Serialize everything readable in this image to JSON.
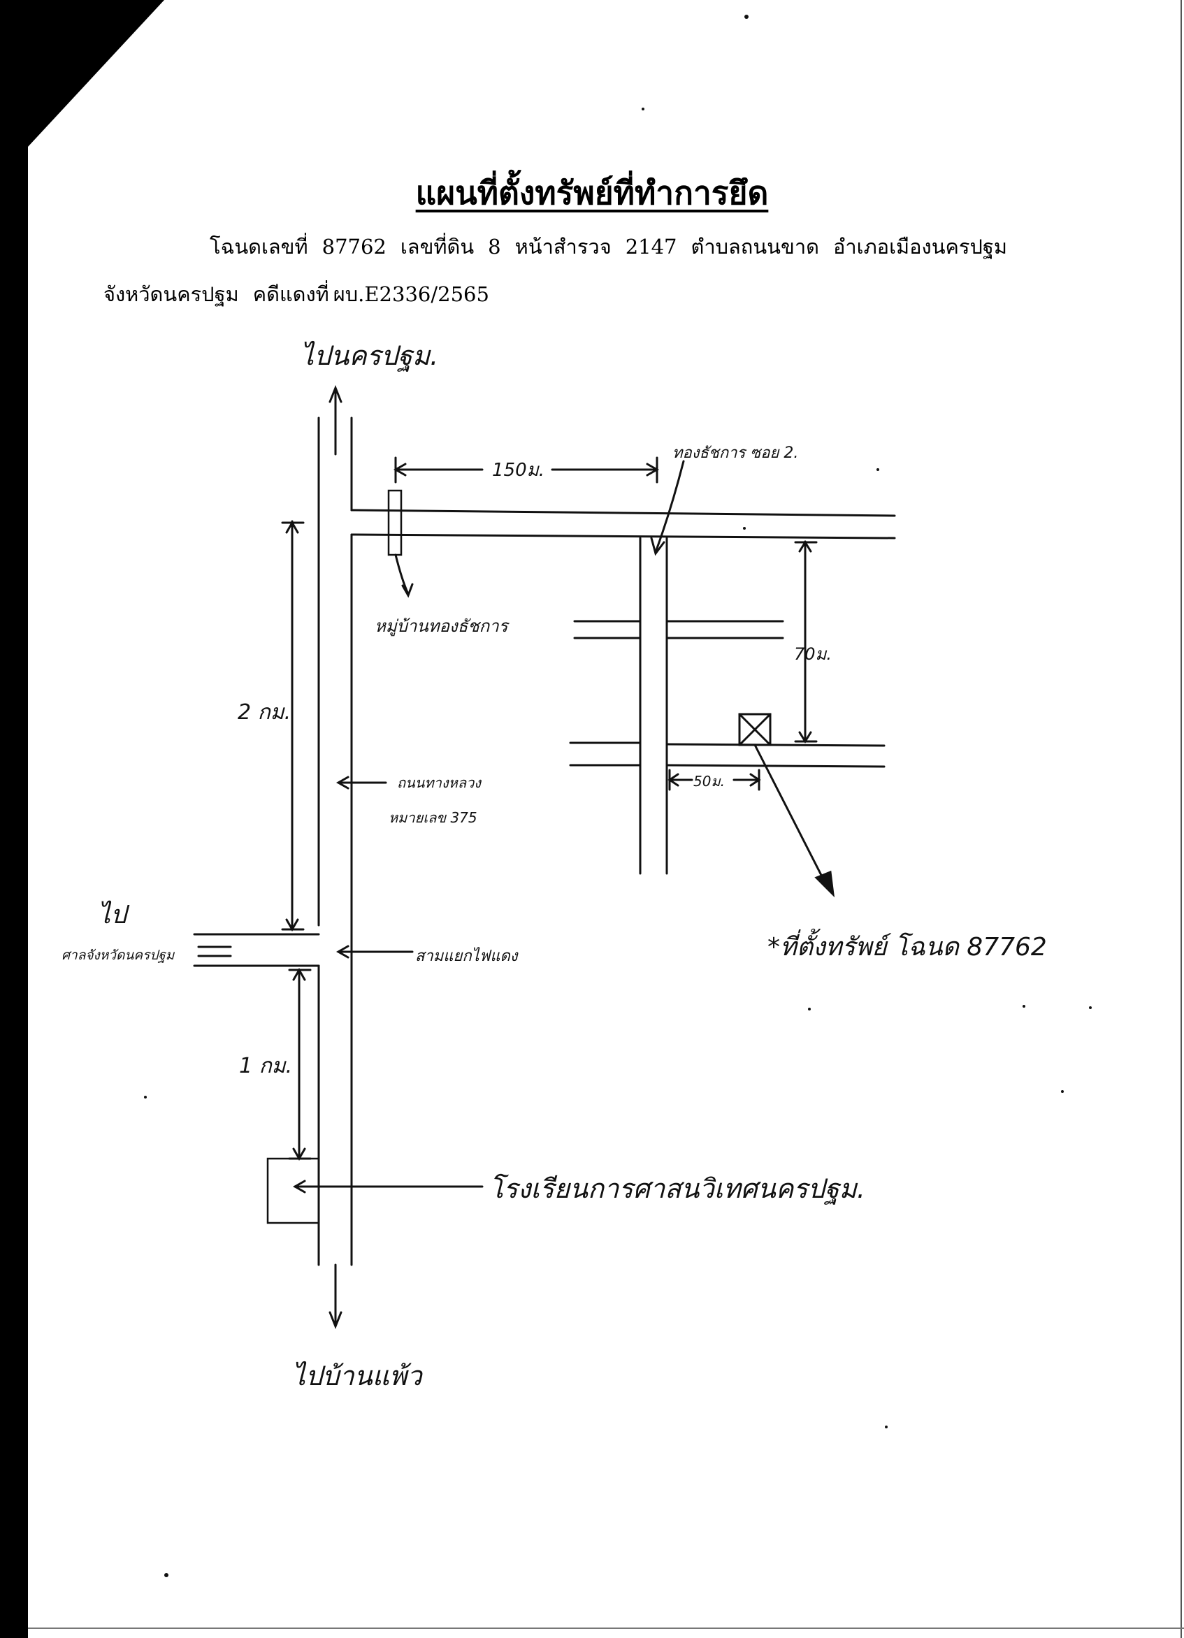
{
  "document": {
    "title": "แผนที่ตั้งทรัพย์ที่ทำการยึด",
    "deed_label": "โฉนดเลขที่",
    "deed_no": "87762",
    "land_no_label": "เลขที่ดิน",
    "land_no": "8",
    "survey_page_label": "หน้าสำรวจ",
    "survey_page": "2147",
    "subdistrict": "ตำบลถนนขาด",
    "district": "อำเภอเมืองนครปฐม",
    "province": "จังหวัดนครปฐม",
    "case_label": "คดีแดงที่",
    "case_no": "ผบ.E2336/2565"
  },
  "map": {
    "north_label": "ไปนครปฐม.",
    "south_label": "ไปบ้านแพ้ว",
    "west_label_1": "ไป",
    "west_label_2": "ศาลจังหวัดนครปฐม",
    "distance_150": "150ม.",
    "soi_label": "ทองธัชการ ซอย 2.",
    "village_label": "หมู่บ้านทองธัชการ",
    "distance_2km": "2 กม.",
    "highway_label_1": "ถนนทางหลวง",
    "highway_label_2": "หมายเลข 375",
    "distance_70": "70ม.",
    "distance_50": "50ม.",
    "property_label": "*ที่ตั้งทรัพย์ โฉนด 87762",
    "junction_label": "สามแยกไฟแดง",
    "distance_1km": "1 กม.",
    "school_label": "โรงเรียนการศาสนวิเทศนครปฐม."
  }
}
